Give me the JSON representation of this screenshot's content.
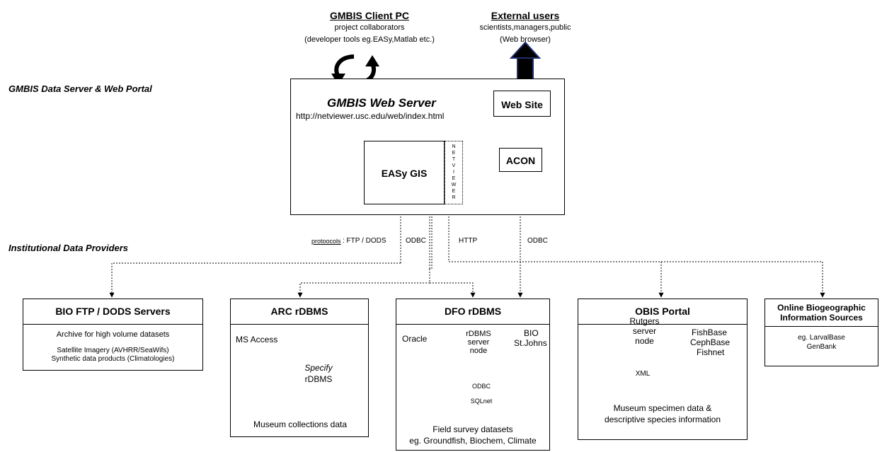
{
  "top": {
    "client_pc": {
      "title": "GMBIS Client PC",
      "line1": "project collaborators",
      "line2": "(developer tools eg.EASy,Matlab etc.)"
    },
    "external": {
      "title": "External users",
      "line1": "scientists,managers,public",
      "line2": "(Web browser)"
    }
  },
  "sections": {
    "data_server": "GMBIS Data Server & Web Portal",
    "providers": "Institutional Data Providers"
  },
  "web_server": {
    "title": "GMBIS Web Server",
    "url": "http://netviewer.usc.edu/web/index.html",
    "web_site": "Web Site",
    "acon": "ACON",
    "easy_gis": "EASy GIS",
    "netviewer_letters": [
      "N",
      "E",
      "T",
      "V",
      "I",
      "E",
      "W",
      "E",
      "R"
    ]
  },
  "protocols": {
    "label": "protoocols",
    "ftp": ": FTP / DODS",
    "odbc1": "ODBC",
    "http": "HTTP",
    "odbc2": "ODBC"
  },
  "providers": {
    "bio": {
      "title": "BIO FTP / DODS Servers",
      "line1": "Archive for high volume datasets",
      "line2": "Satellite Imagery (AVHRR/SeaWifs)",
      "line3": "Synthetic data products (Climatologies)"
    },
    "arc": {
      "title": "ARC rDBMS",
      "ms_access": "MS Access",
      "specify": "Specify",
      "rdbms": "rDBMS",
      "footer": "Museum collections data"
    },
    "dfo": {
      "title": "DFO rDBMS",
      "oracle": "Oracle",
      "node1": "rDBMS",
      "node2": "server",
      "node3": "node",
      "bio": "BIO",
      "stjohns": "St.Johns",
      "odbc": "ODBC",
      "sqlnet": "SQLnet",
      "footer1": "Field survey datasets",
      "footer2": "eg. Groundfish, Biochem, Climate"
    },
    "obis": {
      "title": "OBIS Portal",
      "node1": "Rutgers",
      "node2": "server",
      "node3": "node",
      "fishbase": "FishBase",
      "cephbase": "CephBase",
      "fishnet": "Fishnet",
      "xml": "XML",
      "footer1": "Museum specimen data &",
      "footer2": "descriptive species information"
    },
    "online": {
      "title1": "Online Biogeographic",
      "title2": "Information Sources",
      "line1": "eg. LarvalBase",
      "line2": "GenBank"
    }
  }
}
